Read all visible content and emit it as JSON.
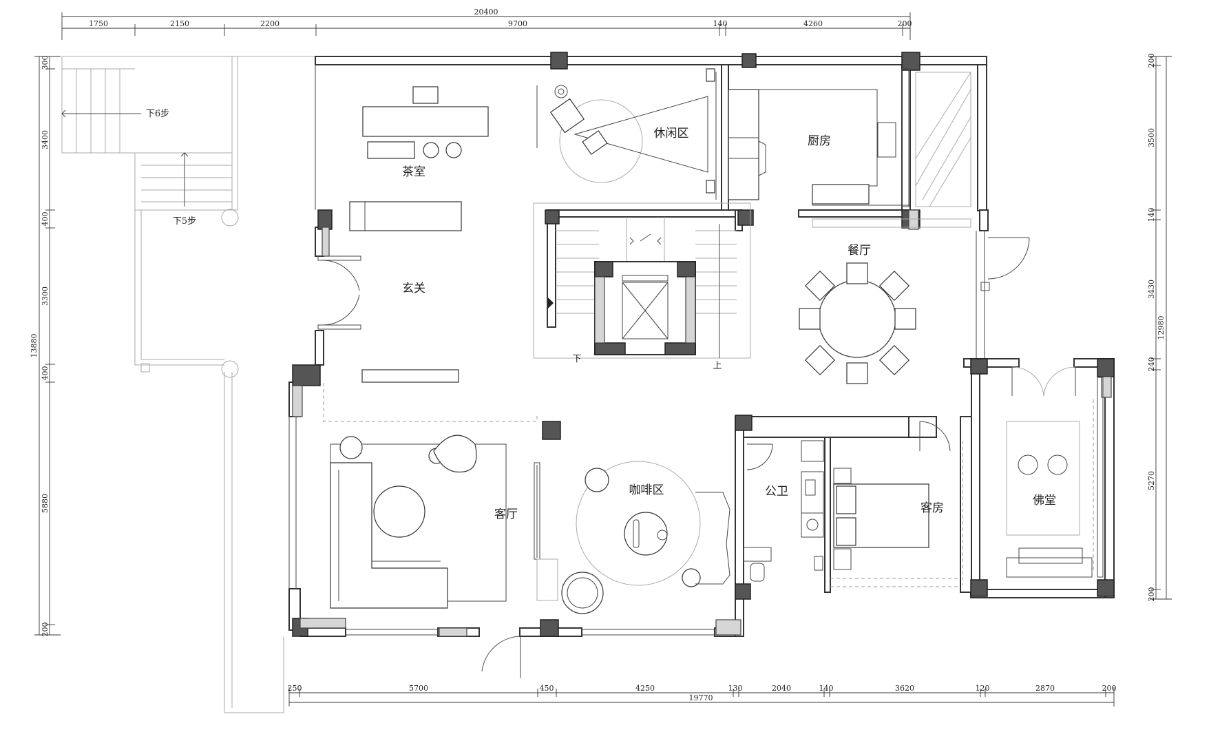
{
  "rooms": {
    "tea": "茶室",
    "lounge": "休闲区",
    "kitchen": "厨房",
    "dining": "餐厅",
    "foyer": "玄关",
    "living": "客厅",
    "coffee": "咖啡区",
    "wc": "公卫",
    "guest": "客房",
    "buddha": "佛堂"
  },
  "stairs": {
    "down6": "下6步",
    "down5": "下5步",
    "down": "下",
    "up": "上"
  },
  "dims": {
    "top": [
      "1750",
      "2150",
      "2200",
      "9700",
      "140",
      "4260",
      "200"
    ],
    "top_total": "20400",
    "bottom": [
      "250",
      "5700",
      "450",
      "4250",
      "130",
      "2040",
      "140",
      "3620",
      "120",
      "2870",
      "200"
    ],
    "bottom_total": "19770",
    "left": [
      "300",
      "3400",
      "400",
      "3300",
      "400",
      "5880",
      "200"
    ],
    "left_total": "13880",
    "right": [
      "200",
      "3500",
      "140",
      "3430",
      "240",
      "5270",
      "200"
    ],
    "right_total": "12980"
  }
}
